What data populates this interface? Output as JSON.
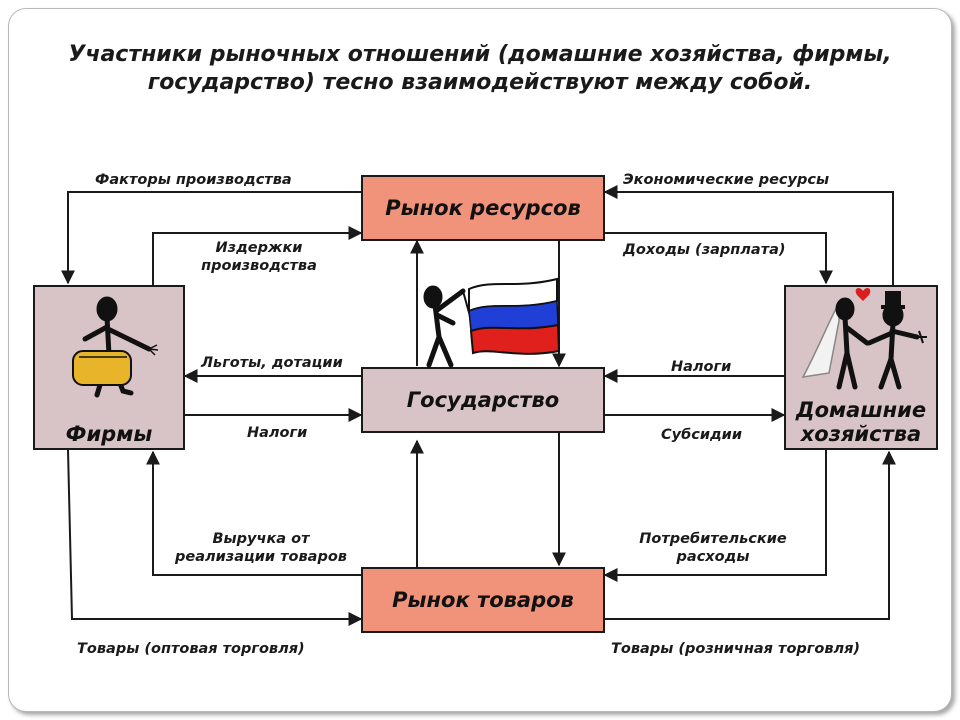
{
  "title": {
    "line1": "Участники рыночных отношений (домашние хозяйства, фирмы,",
    "line2": "государство) тесно взаимодействуют между собой."
  },
  "boxes": {
    "resource_market": "Рынок ресурсов",
    "government": "Государство",
    "goods_market": "Рынок товаров",
    "firms": "Фирмы",
    "households_line1": "Домашние",
    "households_line2": "хозяйства"
  },
  "labels": {
    "factors": "Факторы производства",
    "economic_resources": "Экономические ресурсы",
    "costs_line1": "Издержки",
    "costs_line2": "производства",
    "income": "Доходы (зарплата)",
    "benefits": "Льготы, дотации",
    "taxes_households": "Налоги",
    "taxes_firms": "Налоги",
    "subsidies": "Субсидии",
    "revenue_line1": "Выручка от",
    "revenue_line2": "реализации товаров",
    "consumer_line1": "Потребительские",
    "consumer_line2": "расходы",
    "goods_wholesale": "Товары (оптовая торговля)",
    "goods_retail": "Товары (розничная торговля)"
  },
  "colors": {
    "market_fill": "#f0937a",
    "actor_fill": "#d8c4c6",
    "flag_white": "#ffffff",
    "flag_blue": "#1f3fd6",
    "flag_red": "#e0201c",
    "bag": "#e8b52a",
    "heart": "#d82020"
  },
  "icons": [
    "firm-worker-with-bag-icon",
    "man-waving-russian-flag-icon",
    "wedding-couple-icon"
  ]
}
